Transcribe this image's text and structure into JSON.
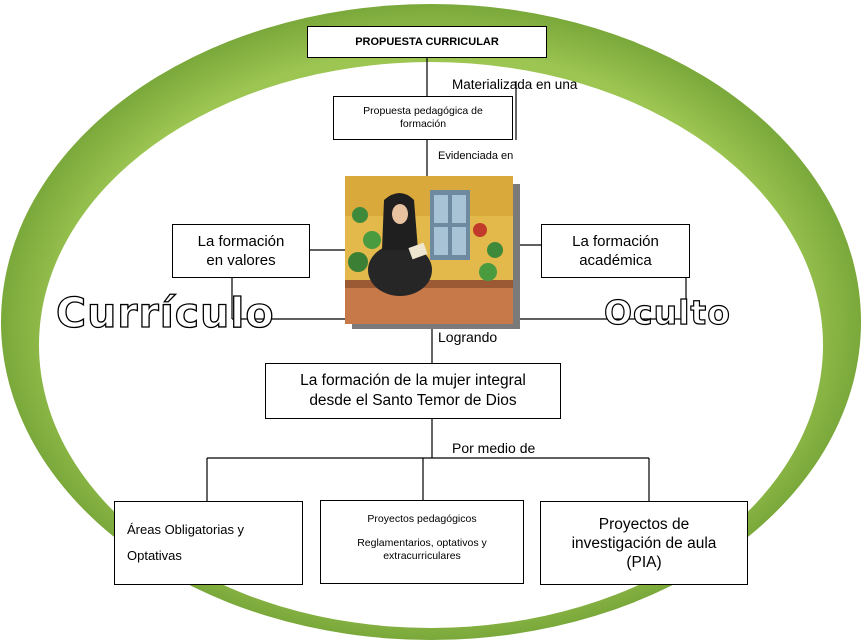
{
  "diagram": {
    "title": "PROPUESTA CURRICULAR",
    "edge_materializada": "Materializada en  una",
    "propuesta_pedagogica": "Propuesta pedagógica de formación",
    "edge_evidenciada": "Evidenciada en",
    "formacion_valores": [
      "La formación",
      "en valores"
    ],
    "formacion_academica": [
      "La formación",
      "académica"
    ],
    "curriculo_word": "Currículo",
    "oculto_word": "Oculto",
    "edge_logrando": "Logrando",
    "mujer_integral": [
      "La formación de la mujer integral",
      "desde el Santo Temor de Dios"
    ],
    "edge_por_medio": "Por medio de",
    "areas": [
      "Áreas  Obligatorias y",
      "Optativas"
    ],
    "proyectos_pedagogicos": {
      "title": "Proyectos pedagógicos",
      "detail": [
        "Reglamentarios, optativos y",
        "extracurriculares"
      ]
    },
    "pia": [
      "Proyectos de",
      "investigación de aula",
      "(PIA)"
    ]
  },
  "colors": {
    "ring_green": "#8cb544",
    "ring_shadow": "#6e9a2e",
    "background": "#ffffff",
    "line": "#000000"
  }
}
